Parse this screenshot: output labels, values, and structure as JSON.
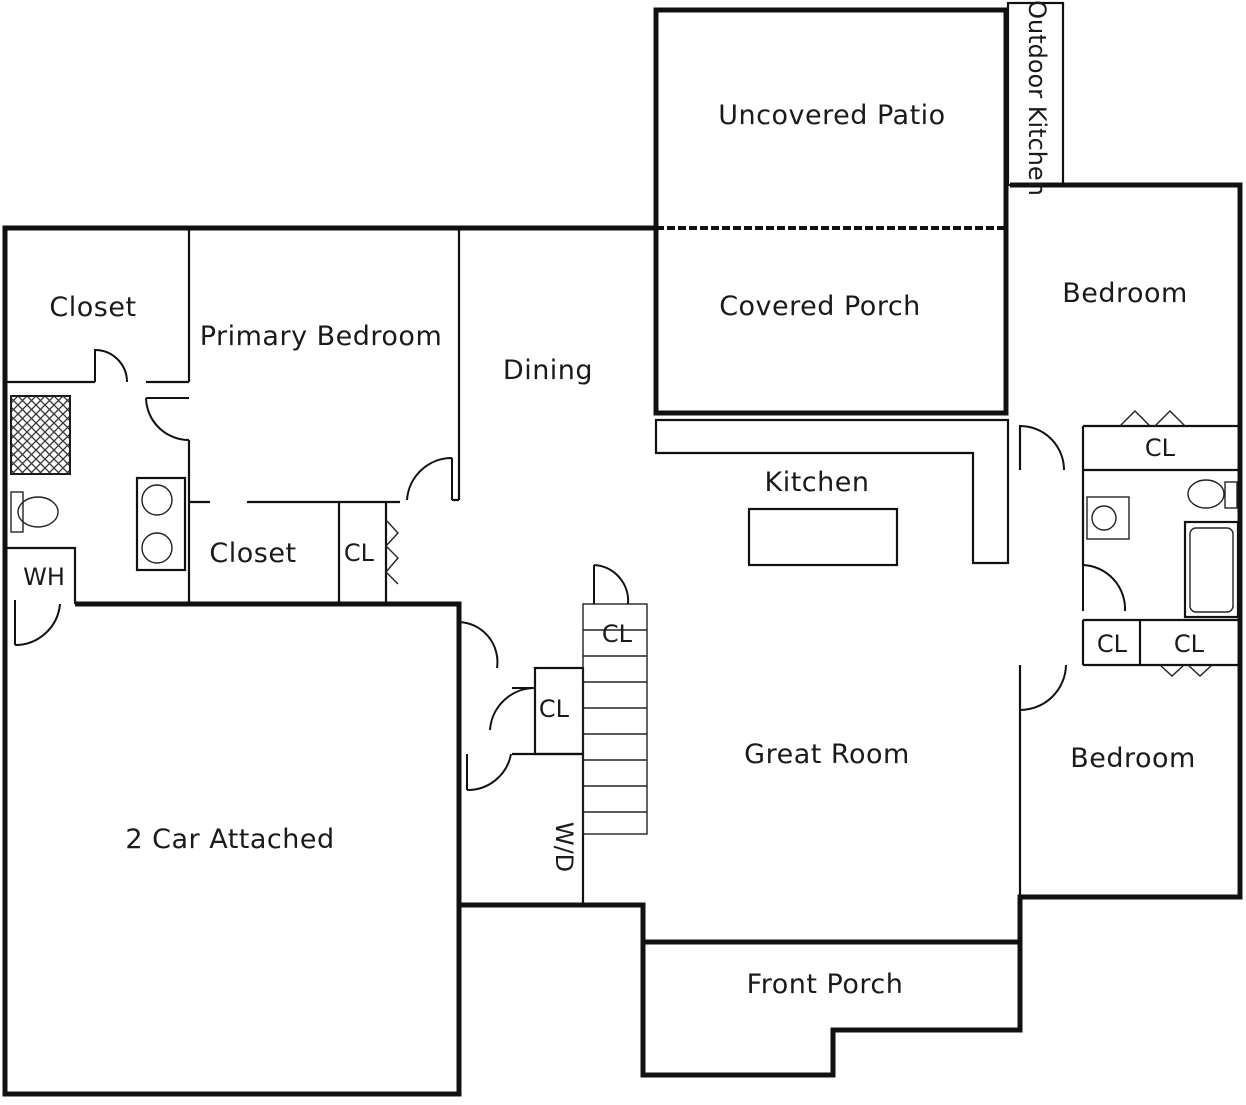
{
  "rooms": {
    "uncovered_patio": "Uncovered Patio",
    "outdoor_kitchen": "Outdoor Kitchen",
    "covered_porch": "Covered Porch",
    "bedroom_upper": "Bedroom",
    "closet_primary": "Closet",
    "primary_bedroom": "Primary Bedroom",
    "dining": "Dining",
    "kitchen": "Kitchen",
    "closet_walkin": "Closet",
    "cl_primary": "CL",
    "water_heater": "WH",
    "cl_bath": "CL",
    "cl_stair": "CL",
    "cl_hall": "CL",
    "cl_bed_left": "CL",
    "cl_bed_right": "CL",
    "great_room": "Great Room",
    "bedroom_lower": "Bedroom",
    "garage": "2 Car Attached",
    "washer_dryer": "W/D",
    "front_porch": "Front Porch"
  }
}
